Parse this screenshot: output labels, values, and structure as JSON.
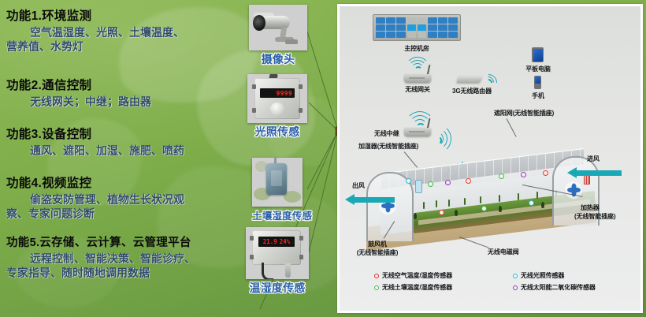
{
  "left_panel": {
    "functions": [
      {
        "title": "功能1.环境监测",
        "body_line1": "空气温湿度、光照、土壤温度、",
        "body_line2": "营养值、水势灯"
      },
      {
        "title": "功能2.通信控制",
        "body_line1": "无线网关；中继；路由器",
        "body_line2": ""
      },
      {
        "title": "功能3.设备控制",
        "body_line1": "通风、遮阳、加湿、施肥、喷药",
        "body_line2": ""
      },
      {
        "title": "功能4.视频监控",
        "body_line1": "偷盗安防管理、植物生长状况观",
        "body_line2": "察、专家问题诊断"
      },
      {
        "title": "功能5.云存储、云计算、云管理平台",
        "body_line1": "远程控制、智能决策、智能诊疗、",
        "body_line2": "专家指导、随时随地调用数据"
      }
    ]
  },
  "devices": [
    {
      "caption": "摄像头",
      "display": ""
    },
    {
      "caption": "光照传感",
      "display": "9999"
    },
    {
      "caption": "土壤湿度传感",
      "display": ""
    },
    {
      "caption": "温湿度传感",
      "display_temp": "21.9",
      "display_hum": "24%"
    }
  ],
  "diagram": {
    "labels": {
      "control_room": "主控机房",
      "wireless_gateway": "无线网关",
      "router_3g": "3G无线路由器",
      "tablet": "平板电脑",
      "phone": "手机",
      "wireless_relay": "无线中继",
      "shade_net": "遮阳网(无线智能插座)",
      "humidifier": "加湿器(无线智能插座)",
      "air_out": "出风",
      "air_in": "进风",
      "blower_1": "鼓风机",
      "blower_2": "(无线智能插座)",
      "heater_1": "加热器",
      "heater_2": "(无线智能插座)",
      "solenoid_valve": "无线电磁阀"
    },
    "legend": [
      {
        "label": "无线空气温度/湿度传感器",
        "color": "#d8342c",
        "key": "red"
      },
      {
        "label": "无线光照传感器",
        "color": "#2fb8c9",
        "key": "cyan"
      },
      {
        "label": "无线土壤温度/湿度传感器",
        "color": "#4db84f",
        "key": "green"
      },
      {
        "label": "无线太阳能二氧化碳传感器",
        "color": "#8e3fb0",
        "key": "purple"
      }
    ]
  },
  "colors": {
    "background_green": "#7fae4a",
    "caption_blue": "#2a5fa8",
    "body_text_blue": "#2f4a6a",
    "panel_bg": "#e4e5e3",
    "arrow_teal": "#19a8b5"
  }
}
